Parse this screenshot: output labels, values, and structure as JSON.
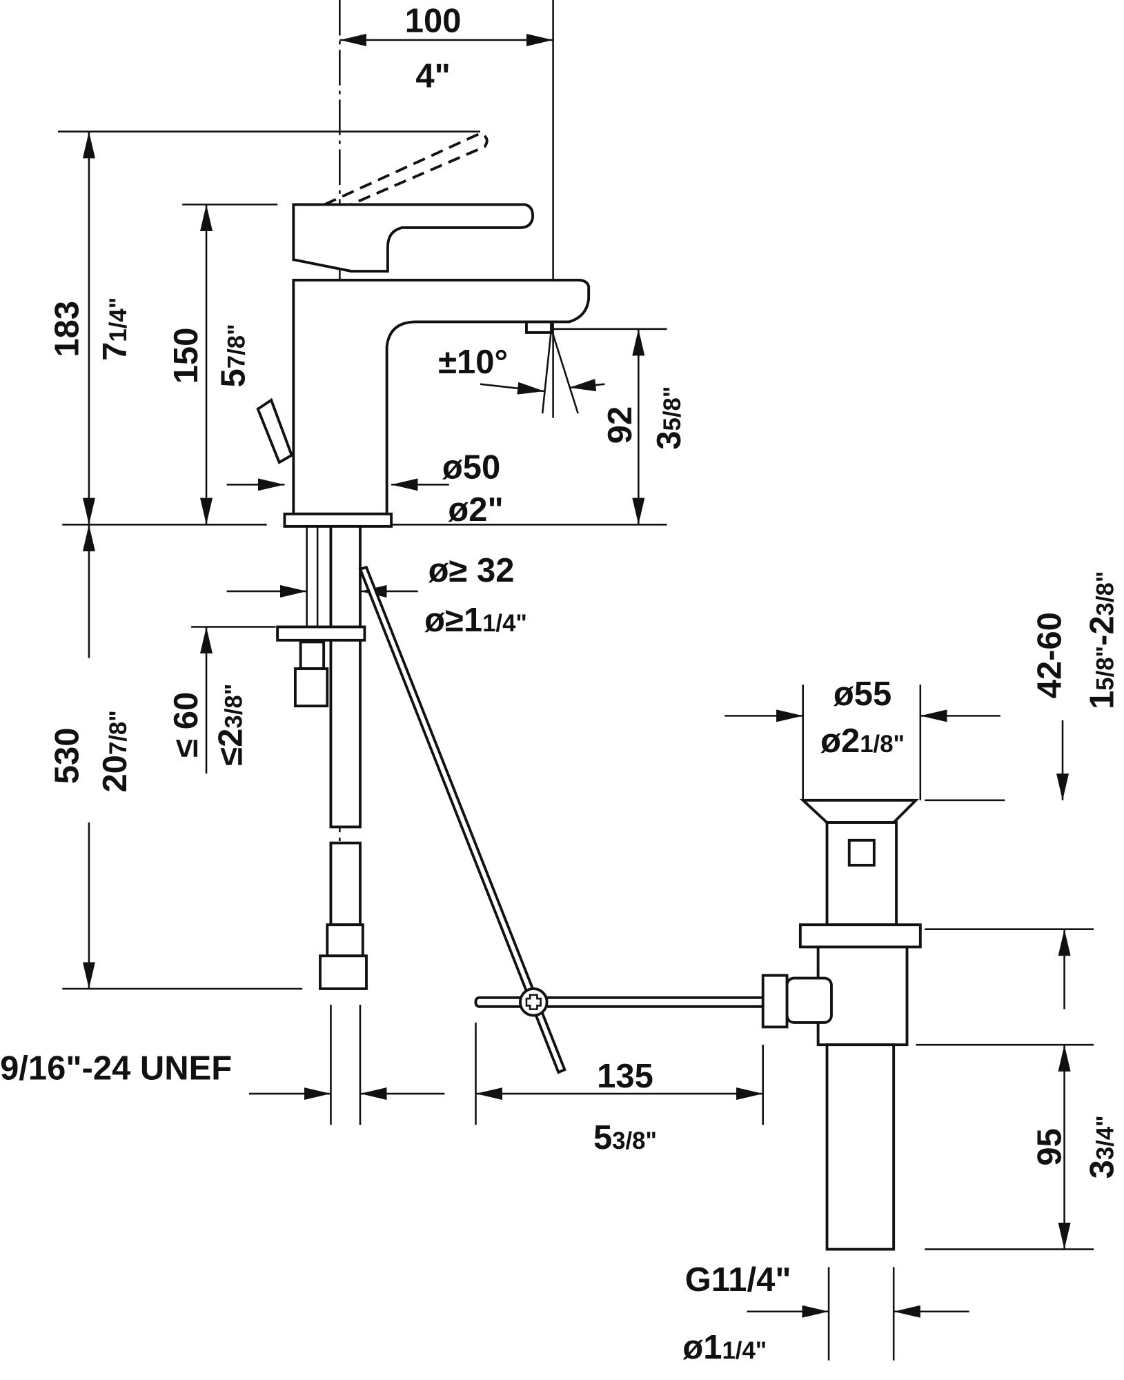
{
  "drawing": {
    "spout_reach": {
      "mm": "100",
      "in": "4\""
    },
    "total_height": {
      "mm": "183",
      "in_main": "7",
      "in_frac": "1/4\""
    },
    "body_height": {
      "mm": "150",
      "in_main": "5",
      "in_frac": "7/8\""
    },
    "spout_angle": "±10°",
    "spout_height": {
      "mm": "92",
      "in_main": "3",
      "in_frac": "5/8\""
    },
    "body_diameter": {
      "mm": "ø50",
      "in": "ø2\""
    },
    "hole_diameter": {
      "mm": "ø≥ 32",
      "in_main": "ø≥1",
      "in_frac": "1/4\""
    },
    "deck_thickness": {
      "mm": "≤ 60",
      "in_main": "≤2",
      "in_frac": "3/8\""
    },
    "hose_length": {
      "mm": "530",
      "in_main": "20",
      "in_frac": "7/8\""
    },
    "drain_flange": {
      "mm": "ø55",
      "in_main": "ø2",
      "in_frac": "1/8\""
    },
    "drain_range": {
      "mm": "42-60",
      "in_a_main": "1",
      "in_a_frac": "5/8\"",
      "in_sep": "-2",
      "in_b_frac": "3/8\""
    },
    "thread": "9/16\"-24 UNEF",
    "rod_length": {
      "mm": "135",
      "in_main": "5",
      "in_frac": "3/8\""
    },
    "tailpipe": {
      "mm": "95",
      "in_main": "3",
      "in_frac": "3/4\""
    },
    "outlet_thread": "G11/4\"",
    "outlet_diameter": {
      "in_main": "ø1",
      "in_frac": "1/4\""
    }
  }
}
